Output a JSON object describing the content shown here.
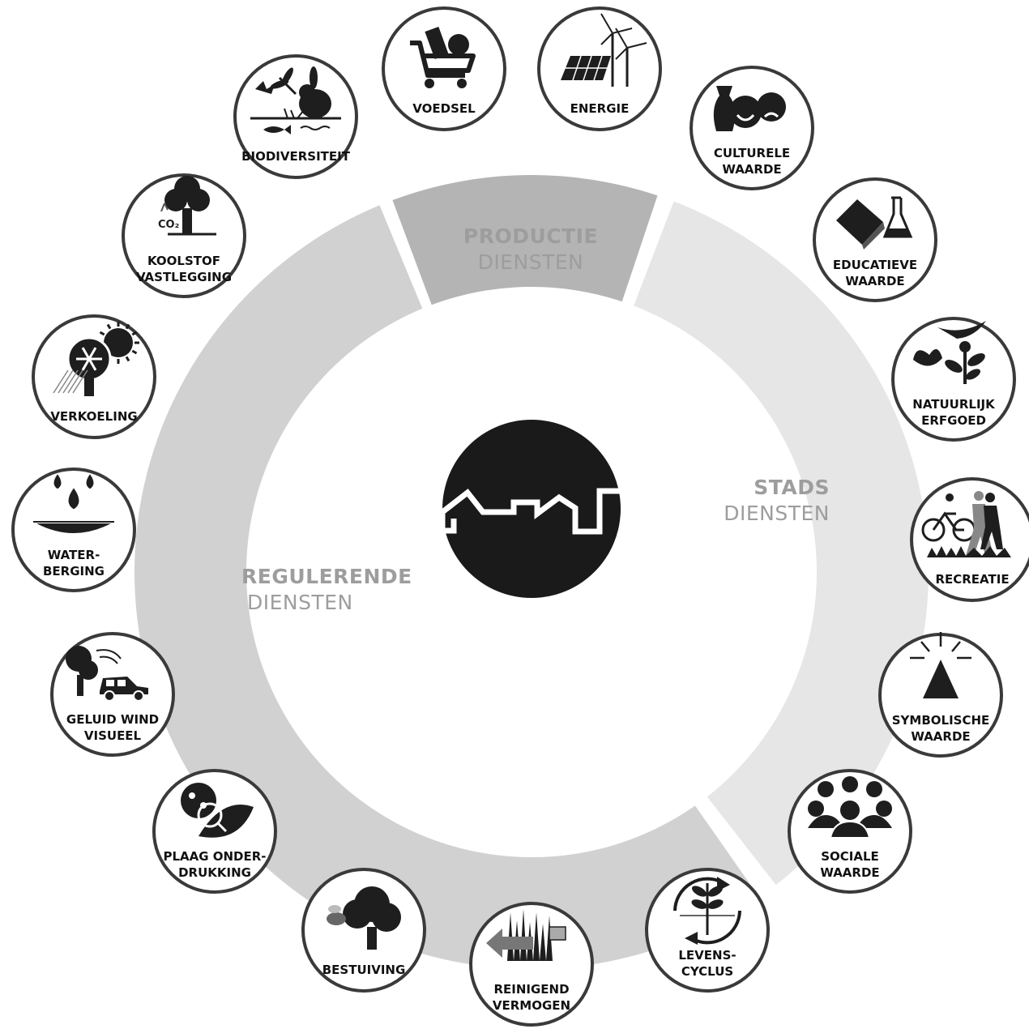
{
  "segments": [
    {
      "id": "productie",
      "title": "PRODUCTIE",
      "subtitle": "DIENSTEN",
      "color": "#b4b4b4"
    },
    {
      "id": "stads",
      "title": "STADS",
      "subtitle": "DIENSTEN",
      "color": "#e6e6e6"
    },
    {
      "id": "regulerende",
      "title": "REGULERENDE",
      "subtitle": "DIENSTEN",
      "color": "#d1d1d1"
    }
  ],
  "center": {
    "icon": "city-skyline-icon",
    "color": "#1a1a1a"
  },
  "services": [
    {
      "id": "voedsel",
      "lines": [
        "VOEDSEL"
      ],
      "icon": "shopping-cart-icon"
    },
    {
      "id": "energie",
      "lines": [
        "ENERGIE"
      ],
      "icon": "wind-turbine-solar-panel-icon"
    },
    {
      "id": "culturele-waarde",
      "lines": [
        "CULTURELE",
        "WAARDE"
      ],
      "icon": "theatre-masks-vase-icon"
    },
    {
      "id": "educatieve-waarde",
      "lines": [
        "EDUCATIEVE",
        "WAARDE"
      ],
      "icon": "book-flask-icon"
    },
    {
      "id": "natuurlijk-erfgoed",
      "lines": [
        "NATUURLIJK",
        "ERFGOED"
      ],
      "icon": "bird-butterfly-plant-icon"
    },
    {
      "id": "recreatie",
      "lines": [
        "RECREATIE"
      ],
      "icon": "hikers-bicycle-icon"
    },
    {
      "id": "symbolische-waarde",
      "lines": [
        "SYMBOLISCHE",
        "WAARDE"
      ],
      "icon": "radiant-pyramid-icon"
    },
    {
      "id": "sociale-waarde",
      "lines": [
        "SOCIALE",
        "WAARDE"
      ],
      "icon": "people-group-icon"
    },
    {
      "id": "levens-cyclus",
      "lines": [
        "LEVENS-",
        "CYCLUS"
      ],
      "icon": "plant-cycle-arrows-icon"
    },
    {
      "id": "reinigend-vermogen",
      "lines": [
        "REINIGEND",
        "VERMOGEN"
      ],
      "icon": "filter-arrow-icon"
    },
    {
      "id": "bestuiving",
      "lines": [
        "BESTUIVING"
      ],
      "icon": "bee-tree-icon"
    },
    {
      "id": "plaag-onderdrukking",
      "lines": [
        "PLAAG ONDER-",
        "DRUKKING"
      ],
      "icon": "ladybug-leaf-icon"
    },
    {
      "id": "geluid-wind-visueel",
      "lines": [
        "GELUID WIND",
        "VISUEEL"
      ],
      "icon": "tree-car-soundwave-icon"
    },
    {
      "id": "water-berging",
      "lines": [
        "WATER-",
        "BERGING"
      ],
      "icon": "water-drops-basin-icon"
    },
    {
      "id": "verkoeling",
      "lines": [
        "VERKOELING"
      ],
      "icon": "tree-sun-snowflake-icon"
    },
    {
      "id": "koolstof-vastlegging",
      "lines": [
        "KOOLSTOF",
        "VASTLEGGING"
      ],
      "icon": "tree-co2-icon"
    },
    {
      "id": "biodiversiteit",
      "lines": [
        "BIODIVERSITEIT"
      ],
      "icon": "rabbit-dragonfly-fish-icon"
    }
  ],
  "co2_label": "CO₂"
}
